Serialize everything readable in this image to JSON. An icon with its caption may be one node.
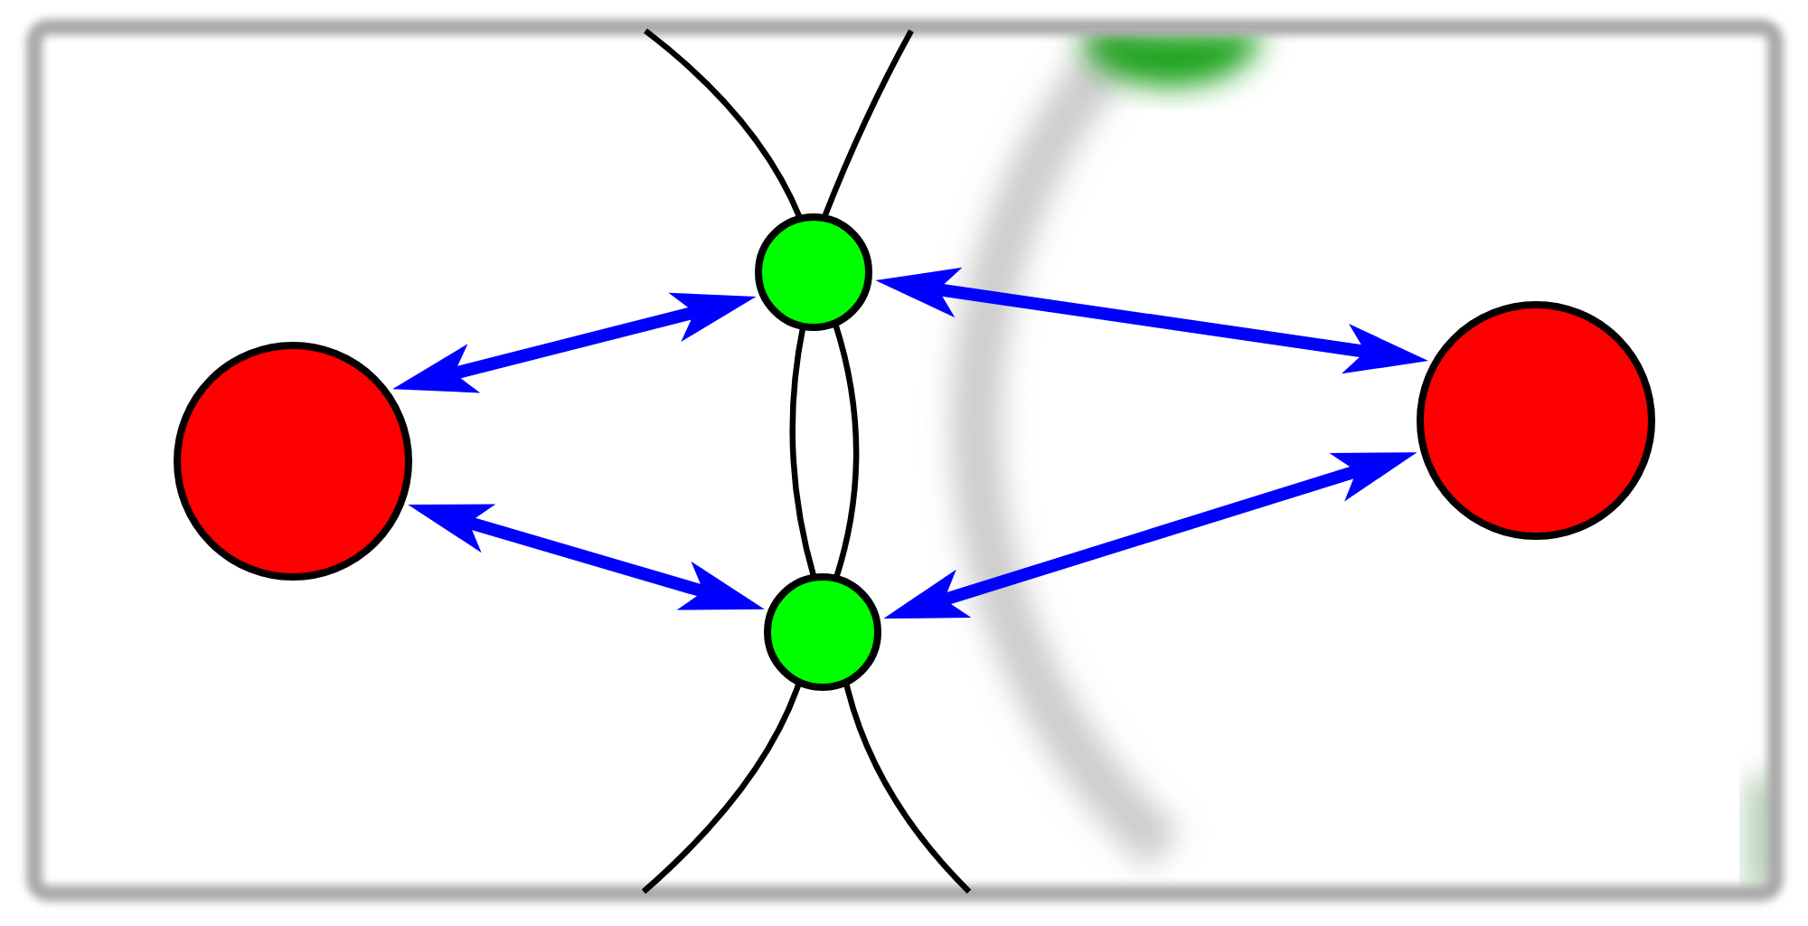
{
  "diagram": {
    "nodes": [
      {
        "text": [],
        "shape": "circle"
      },
      {
        "text": [],
        "shape": "circle"
      },
      {
        "text": [],
        "shape": "circle"
      },
      {
        "text": [],
        "shape": "circle"
      }
    ],
    "edges": [
      {
        "from": null,
        "to": 1,
        "arrow": "none"
      },
      {
        "from": null,
        "to": 1,
        "arrow": "none"
      },
      {
        "from": 0,
        "to": 1,
        "arrow": "both",
        "style": "thick",
        "color": "#0000ff"
      },
      {
        "from": 1,
        "to": 3,
        "arrow": "both",
        "style": "thick",
        "color": "#0000ff"
      },
      {
        "from": 1,
        "to": 2,
        "arrow": "none"
      },
      {
        "from": 1,
        "to": 2,
        "arrow": "none"
      },
      {
        "from": 0,
        "to": 2,
        "arrow": "both",
        "style": "thick",
        "color": "#0000ff"
      },
      {
        "from": 2,
        "to": 3,
        "arrow": "both",
        "style": "thick",
        "color": "#0000ff"
      },
      {
        "from": 2,
        "to": null,
        "arrow": "none"
      },
      {
        "from": 2,
        "to": null,
        "arrow": "none"
      }
    ]
  }
}
